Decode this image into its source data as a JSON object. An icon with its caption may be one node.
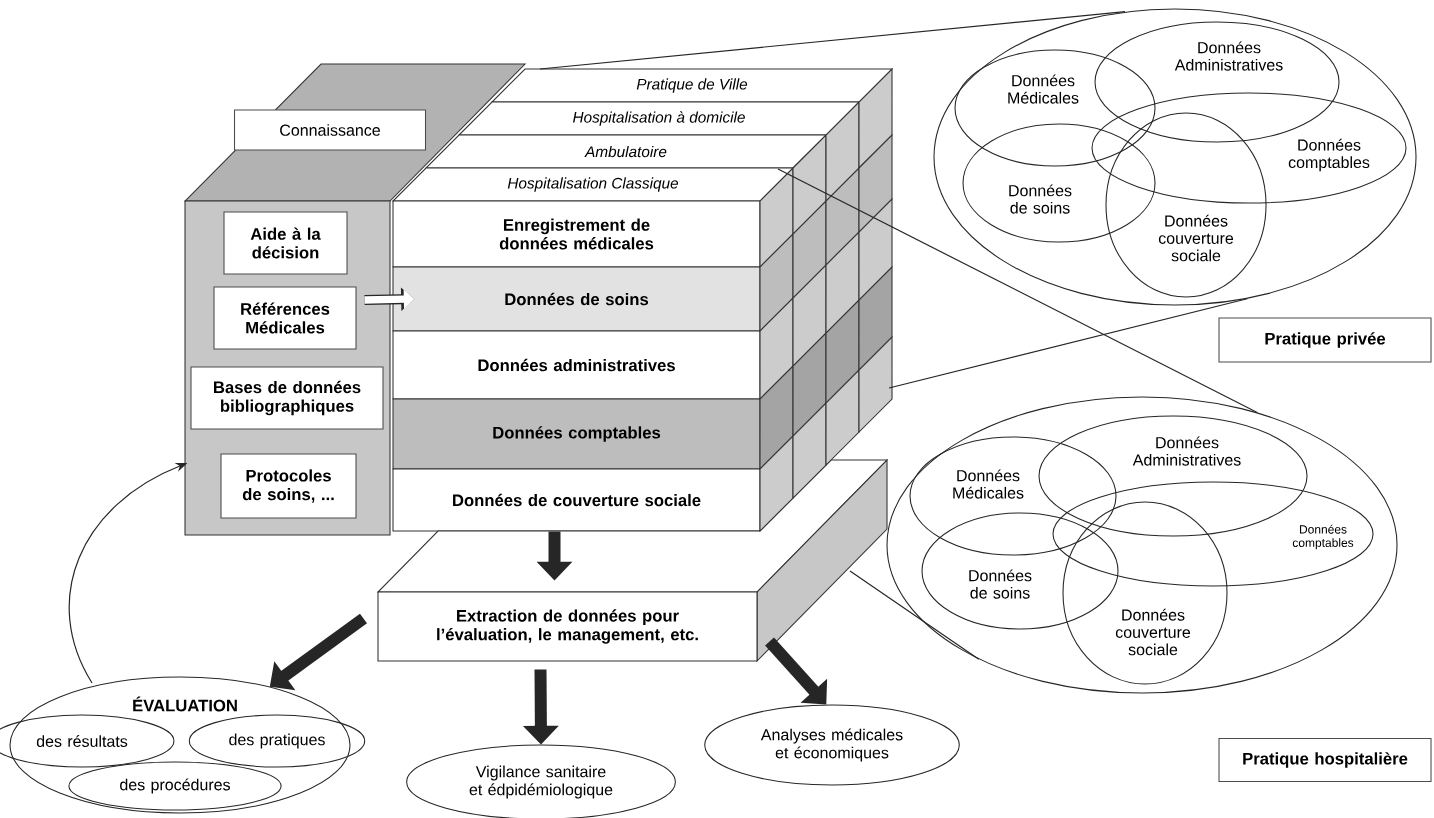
{
  "diagram": {
    "nodes": [
      {
        "text": [],
        "shape": "box"
      },
      {
        "text": [
          "Connaissance"
        ],
        "in": 0
      },
      {
        "text": [
          "Aide à la décision"
        ],
        "in": 0
      },
      {
        "text": [
          "Références Médicales"
        ],
        "in": 0
      },
      {
        "text": [
          "Bases de données bibliographiques"
        ],
        "in": 0
      },
      {
        "text": [
          "Protocoles de soins, ..."
        ],
        "in": 0
      },
      {
        "text": [
          "Pratique de Ville"
        ]
      },
      {
        "text": [
          "Hospitalisation à domicile"
        ]
      },
      {
        "text": [
          "Ambulatoire"
        ]
      },
      {
        "text": [
          "Hospitalisation Classique"
        ]
      },
      {
        "text": [
          "Enregistrement de données médicales"
        ]
      },
      {
        "text": [
          "Données de soins"
        ]
      },
      {
        "text": [
          "Données administratives"
        ]
      },
      {
        "text": [
          "Données comptables"
        ]
      },
      {
        "text": [
          "Données de couverture sociale"
        ]
      },
      {
        "text": [
          "Extraction de données pour l’évaluation, le management, etc."
        ]
      },
      {
        "text": [
          "ÉVALUATION"
        ]
      },
      {
        "text": [
          "des résultats"
        ],
        "in": 16
      },
      {
        "text": [
          "des pratiques"
        ],
        "in": 16
      },
      {
        "text": [
          "des procédures"
        ],
        "in": 16
      },
      {
        "text": [
          "Vigilance sanitaire et édpidémiologique"
        ]
      },
      {
        "text": [
          "Analyses médicales et économiques"
        ]
      },
      {
        "text": [],
        "shape": "ellipse"
      },
      {
        "text": [
          "Données Médicales"
        ],
        "in": 22
      },
      {
        "text": [
          "Données Administratives"
        ],
        "in": 22
      },
      {
        "text": [
          "Données comptables"
        ],
        "in": 22
      },
      {
        "text": [
          "Données de soins"
        ],
        "in": 22
      },
      {
        "text": [
          "Données couverture sociale"
        ],
        "in": 22
      },
      {
        "text": [
          "Pratique privée"
        ]
      },
      {
        "text": [],
        "shape": "ellipse"
      },
      {
        "text": [
          "Données Médicales"
        ],
        "in": 29
      },
      {
        "text": [
          "Données Administratives"
        ],
        "in": 29
      },
      {
        "text": [
          "Données comptables"
        ],
        "in": 29
      },
      {
        "text": [
          "Données de soins"
        ],
        "in": 29
      },
      {
        "text": [
          "Données couverture sociale"
        ],
        "in": 29
      },
      {
        "text": [
          "Pratique hospitalière"
        ]
      },
      {
        "text": [],
        "shape": "box"
      }
    ],
    "edges": [
      {
        "from": 3,
        "to": 11,
        "arrow": "to",
        "style": "thick",
        "color": "#ffffff"
      },
      {
        "from": 14,
        "to": 15,
        "arrow": "to",
        "style": "thick"
      },
      {
        "from": 15,
        "to": 16,
        "arrow": "to",
        "style": "thick"
      },
      {
        "from": 15,
        "to": 20,
        "arrow": "to",
        "style": "thick"
      },
      {
        "from": 15,
        "to": 21,
        "arrow": "to",
        "style": "thick"
      },
      {
        "from": 16,
        "to": 0,
        "arrow": "to"
      },
      {
        "from": 6,
        "to": 22,
        "arrow": "none"
      },
      {
        "from": 36,
        "to": 22,
        "arrow": "none"
      },
      {
        "from": 36,
        "to": 29,
        "arrow": "none"
      },
      {
        "from": 15,
        "to": 29,
        "arrow": "none"
      }
    ]
  }
}
